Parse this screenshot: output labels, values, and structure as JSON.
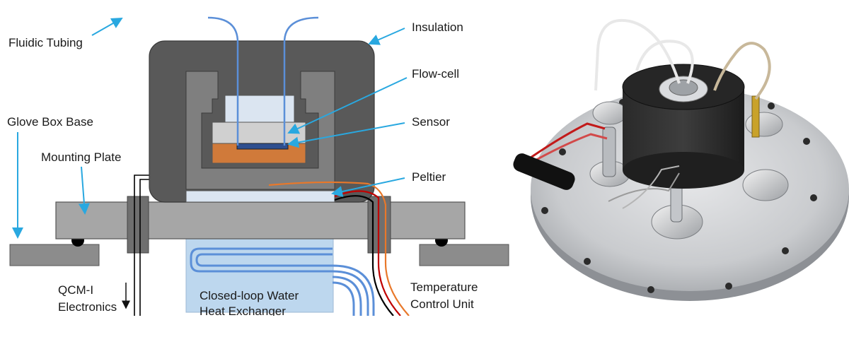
{
  "schematic": {
    "labels": {
      "fluidic_tubing": "Fluidic Tubing",
      "insulation": "Insulation",
      "flow_cell": "Flow-cell",
      "sensor": "Sensor",
      "glove_box_base": "Glove Box Base",
      "mounting_plate": "Mounting Plate",
      "peltier": "Peltier",
      "qcm_line1": "QCM-I",
      "qcm_line2": "Electronics",
      "heat_exchanger_line1": "Closed-loop Water",
      "heat_exchanger_line2": "Heat Exchanger",
      "temp_line1": "Temperature",
      "temp_line2": "Control Unit"
    },
    "colors": {
      "arrow": "#29a8e0",
      "insulation_outer": "#595959",
      "insulation_inner": "#7f7f7f",
      "plate": "#a6a6a6",
      "flow_cell": "#d9d9d9",
      "sensor_base": "#d07a3a",
      "peltier_line": "#e8782a",
      "water_tube": "#5b8fd8",
      "heat_exchanger_box": "#bdd7ee"
    }
  },
  "photo": {
    "subject": "assembled flow-cell holder on aluminium mounting plate"
  }
}
